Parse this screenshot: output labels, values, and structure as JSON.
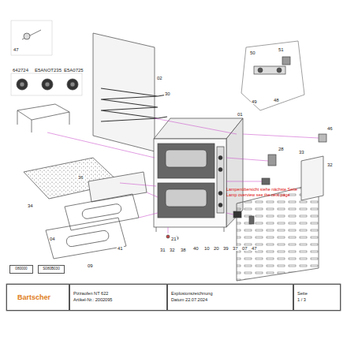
{
  "diagram": {
    "nodes": [
      {
        "text": [
          "Bartscher"
        ]
      },
      {
        "text": [
          "Pizzaofen NT 622",
          "Artikel-Nr.: 2002095"
        ]
      },
      {
        "text": [
          "Explosionszeichnung",
          "Datum 22.07.2024"
        ]
      },
      {
        "text": [
          "Seite",
          "1 / 3"
        ]
      },
      {
        "text": [
          "080000"
        ]
      },
      {
        "text": [
          "S080B030"
        ]
      }
    ],
    "edges": [],
    "labels": [
      "47",
      "642724",
      "E5ANOT235",
      "E5A0725",
      "02",
      "30",
      "01",
      "50",
      "51",
      "49",
      "48",
      "46",
      "33",
      "32",
      "28",
      "36",
      "34",
      "04",
      "09",
      "41",
      "21",
      "31",
      "32",
      "38",
      "40",
      "10",
      "20",
      "39",
      "37",
      "07",
      "47",
      "Lampenübersicht siehe nächste Seite",
      "Lamp overview see the next page"
    ]
  }
}
